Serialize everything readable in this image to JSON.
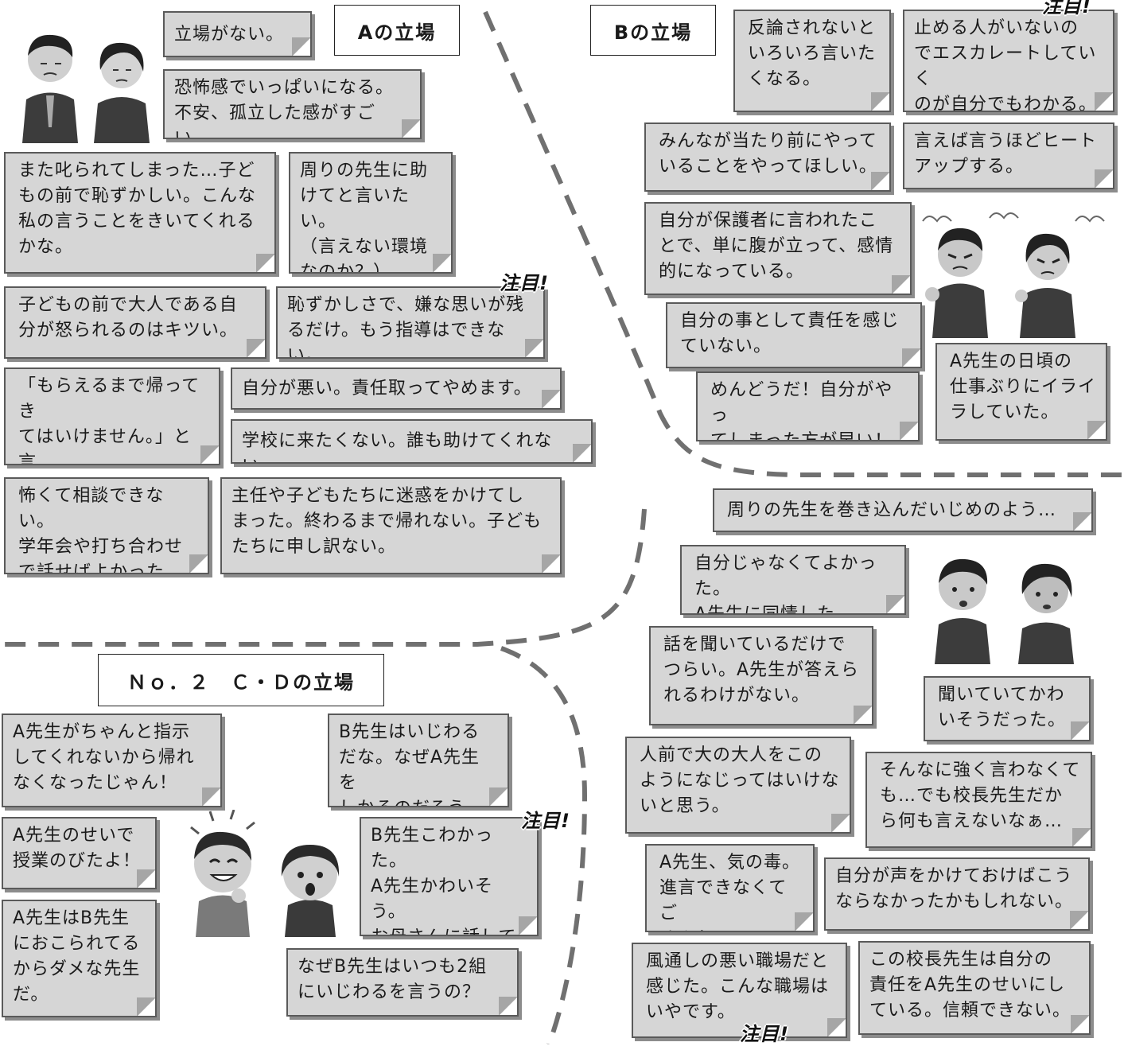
{
  "sections": {
    "a": {
      "title": "Aの立場",
      "notes": [
        "立場がない。",
        "恐怖感でいっぱいになる。\n不安、孤立した感がすごい。",
        "また叱られてしまった…子ど\nもの前で恥ずかしい。こんな\n私の言うことをきいてくれる\nかな。",
        "周りの先生に助\nけてと言いたい。\n（言えない環境\nなのか？）",
        "子どもの前で大人である自\n分が怒られるのはキツい。",
        "恥ずかしさで、嫌な思いが残\nるだけ。もう指導はできない。",
        "「もらえるまで帰ってき\nてはいけません。」と言\nわれた時の絶望感。",
        "自分が悪い。責任取ってやめます。",
        "学校に来たくない。誰も助けてくれない。",
        "怖くて相談できない。\n学年会や打ち合わせ\nで話せばよかった。",
        "主任や子どもたちに迷惑をかけてし\nまった。終わるまで帰れない。子ども\nたちに申し訳ない。"
      ]
    },
    "b": {
      "title": "Bの立場",
      "notes": [
        "反論されないと\nいろいろ言いた\nくなる。",
        "止める人がいないの\nでエスカレートしていく\nのが自分でもわかる。",
        "みんなが当たり前にやって\nいることをやってほしい。",
        "言えば言うほどヒート\nアップする。",
        "自分が保護者に言われたこ\nとで、単に腹が立って、感情\n的になっている。",
        "自分の事として責任を感じ\nていない。",
        "めんどうだ！自分がやっ\nてしまった方が早い！",
        "A先生の日頃の\n仕事ぶりにイライ\nラしていた。"
      ]
    },
    "cd": {
      "title": "Ｎｏ．２　Ｃ・Ｄの立場",
      "notes": [
        "A先生がちゃんと指示\nしてくれないから帰れ\nなくなったじゃん！",
        "B先生はいじわる\nだな。なぜA先生を\nしかるのだろう。",
        "A先生のせいで\n授業のびたよ！",
        "B先生こわかった。\nA先生かわいそう。\nお母さんに話して\nみよう。",
        "A先生はB先生\nにおこられてる\nからダメな先生\nだ。",
        "なぜB先生はいつも2組\nにいじわるを言うの？"
      ]
    },
    "others": {
      "notes": [
        "周りの先生を巻き込んだいじめのよう…",
        "自分じゃなくてよかった。\nA先生に同情した。",
        "話を聞いているだけで\nつらい。A先生が答えら\nれるわけがない。",
        "聞いていてかわ\nいそうだった。",
        "人前で大の大人をこの\nようになじってはいけな\nいと思う。",
        "そんなに強く言わなくて\nも…でも校長先生だか\nら何も言えないなぁ…",
        "A先生、気の毒。\n進言できなくてご\nめんね。",
        "自分が声をかけておけばこう\nならなかったかもしれない。",
        "風通しの悪い職場だと\n感じた。こんな職場は\nいやです。",
        "この校長先生は自分の\n責任をA先生のせいにし\nている。信頼できない。"
      ]
    }
  },
  "badge_text": "注目!",
  "colors": {
    "note_bg": "#d6d6d6",
    "note_border": "#5a5a5a",
    "divider": "#707070"
  }
}
